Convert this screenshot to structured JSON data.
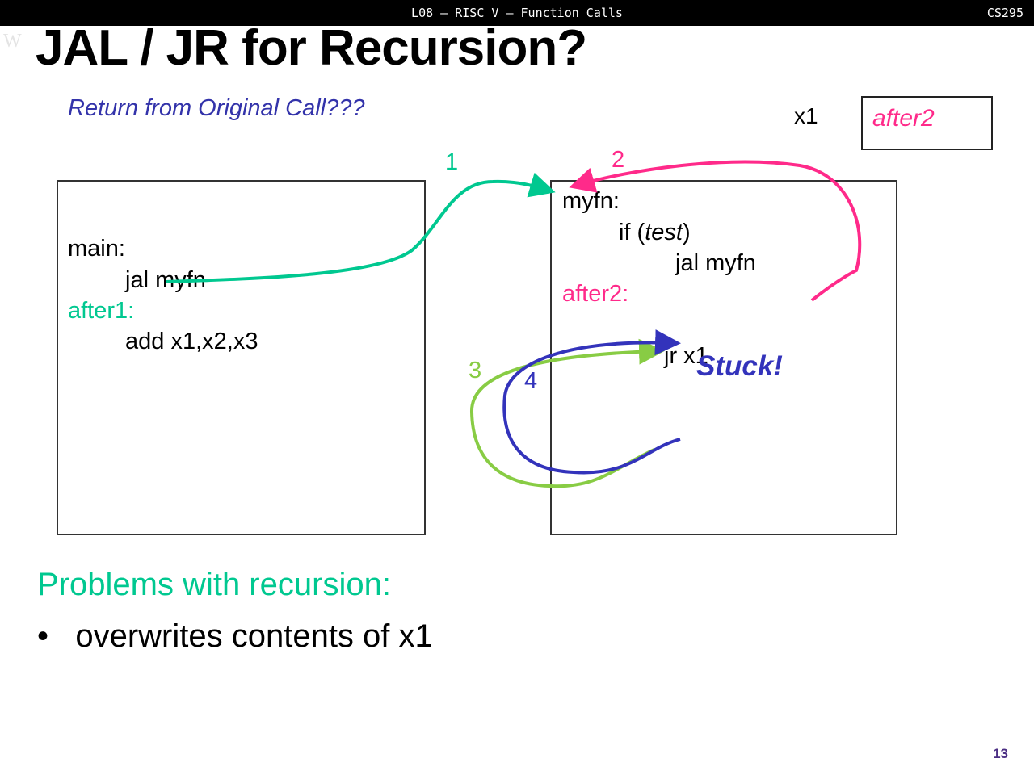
{
  "header": {
    "center": "L08 – RISC V – Function Calls",
    "right": "CS295"
  },
  "watermark": "UNIVERSITY of WASHINGTON",
  "title": "JAL / JR for Recursion?",
  "subtitle": "Return from Original Call???",
  "register": {
    "label": "x1",
    "value": "after2"
  },
  "main_box": {
    "lines": [
      "main:",
      "jal myfn",
      "after1:",
      "add x1,x2,x3"
    ]
  },
  "myfn_box": {
    "label": "myfn:",
    "if_kw": "if (",
    "test": "test",
    ")": ")",
    "jal": "jal myfn",
    "after2": "after2:",
    "jr": "jr x1"
  },
  "arrows": [
    "1",
    "2",
    "3",
    "4"
  ],
  "stuck": "Stuck!",
  "problems": {
    "heading": "Problems with recursion:",
    "bullets": [
      "overwrites contents of x1"
    ]
  },
  "page_number": "13",
  "colors": {
    "green": "#00c890",
    "pink": "#ff2a8a",
    "lime": "#88cc44",
    "blue": "#3333bb"
  }
}
